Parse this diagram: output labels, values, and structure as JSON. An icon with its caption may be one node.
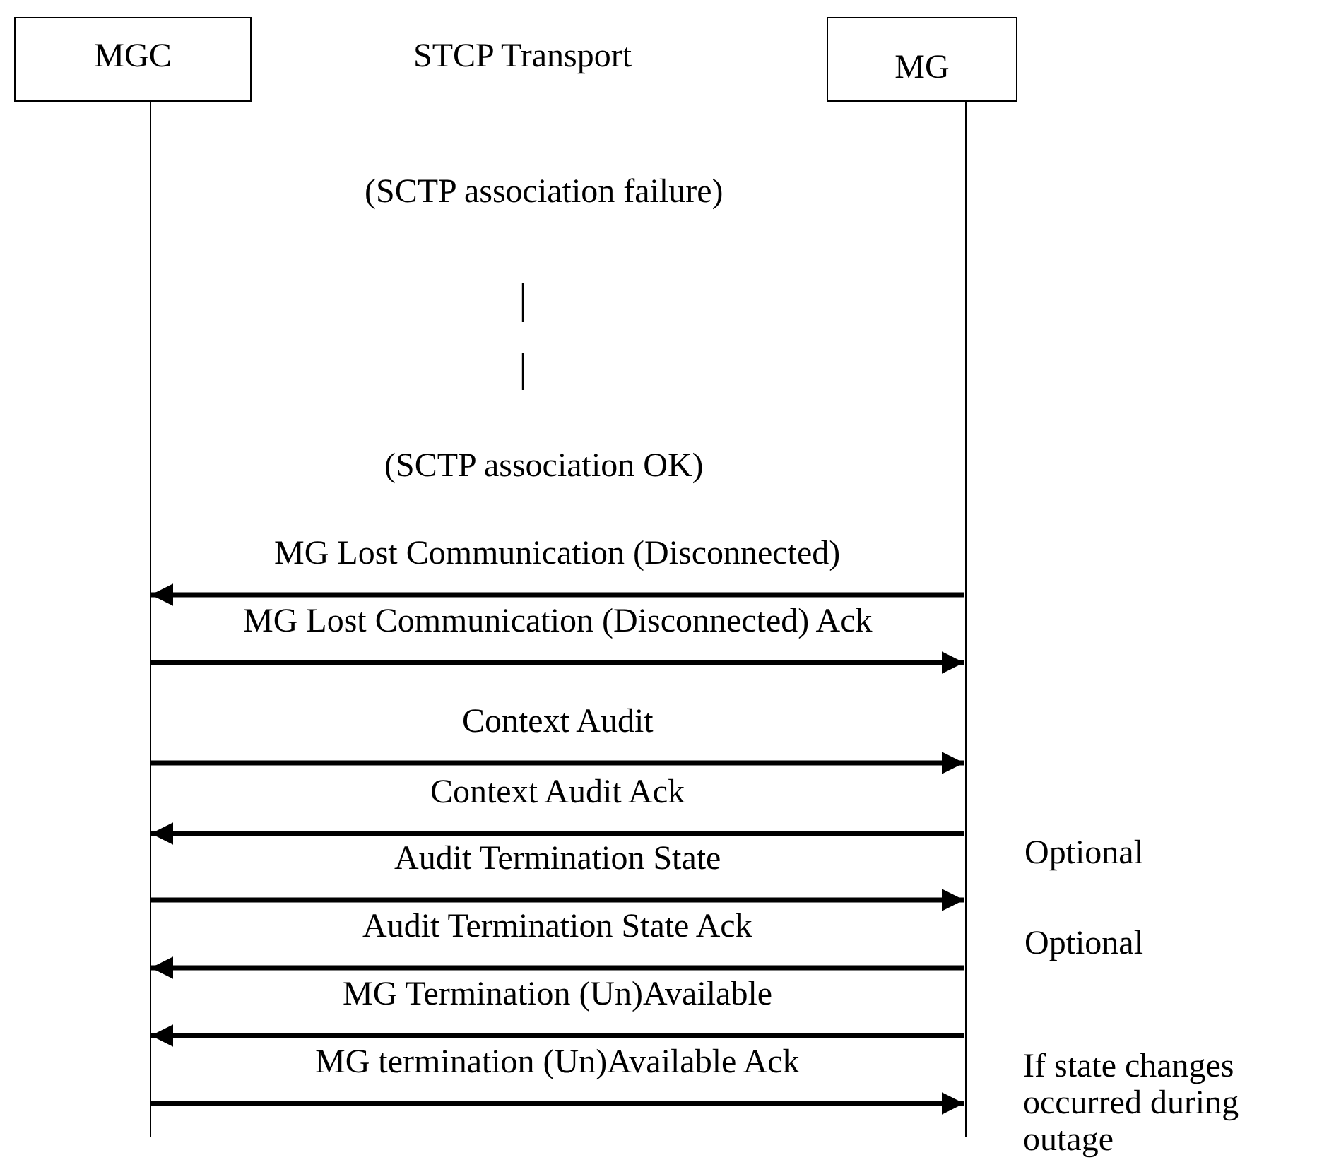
{
  "diagram": {
    "nodes": [
      {
        "text": [
          "MGC"
        ]
      },
      {
        "text": [
          "MG"
        ]
      }
    ],
    "edges": [
      {
        "from": 1,
        "to": 0,
        "arrow": "to",
        "label": "MG Lost Communication (Disconnected)"
      },
      {
        "from": 0,
        "to": 1,
        "arrow": "to",
        "label": "MG Lost Communication (Disconnected) Ack"
      },
      {
        "from": 0,
        "to": 1,
        "arrow": "to",
        "label": "Context Audit"
      },
      {
        "from": 1,
        "to": 0,
        "arrow": "to",
        "label": "Context Audit Ack"
      },
      {
        "from": 0,
        "to": 1,
        "arrow": "to",
        "label": "Audit Termination State"
      },
      {
        "from": 1,
        "to": 0,
        "arrow": "to",
        "label": "Audit Termination State Ack"
      },
      {
        "from": 1,
        "to": 0,
        "arrow": "to",
        "label": "MG Termination (Un)Available"
      },
      {
        "from": 0,
        "to": 1,
        "arrow": "to",
        "label": "MG termination (Un)Available Ack"
      }
    ],
    "labels": [
      "STCP Transport",
      "(SCTP association failure)",
      "(SCTP association OK)",
      "Optional",
      "Optional",
      "If state changes occurred during outage"
    ]
  }
}
